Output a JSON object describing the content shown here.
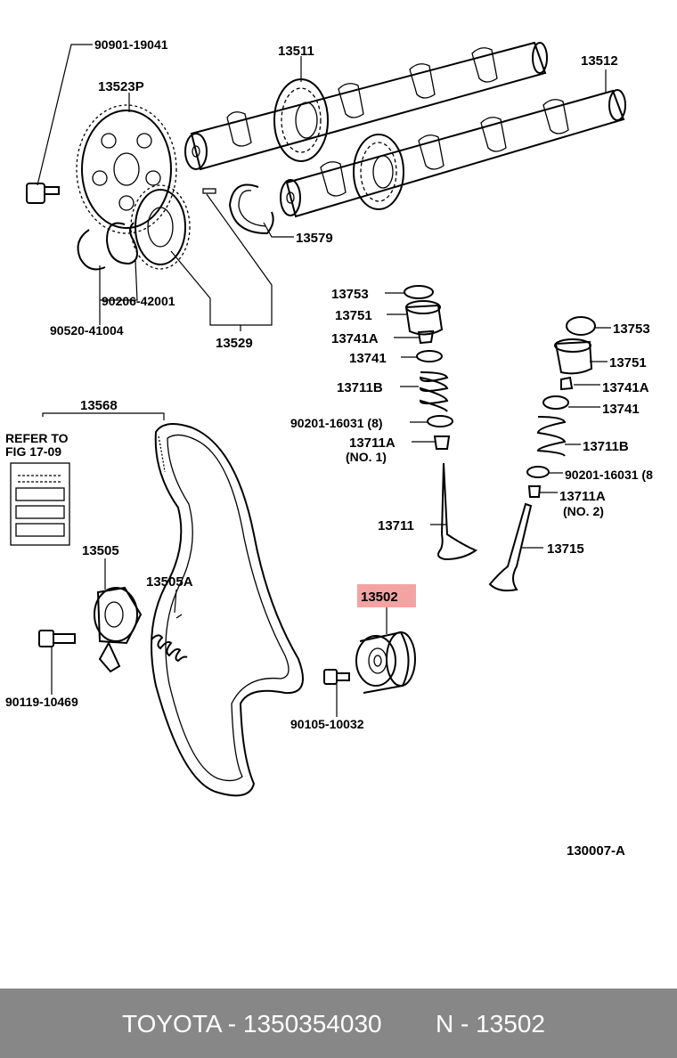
{
  "labels": {
    "p90901_19041": "90901-19041",
    "p13511": "13511",
    "p13512": "13512",
    "p13523P": "13523P",
    "p13579": "13579",
    "p90206_42001": "90206-42001",
    "p90520_41004": "90520-41004",
    "p13529": "13529",
    "p13753a": "13753",
    "p13751a": "13751",
    "p13741Aa": "13741A",
    "p13741a": "13741",
    "p13711Ba": "13711B",
    "p90201a": "90201-16031 (8)",
    "p13711Aa": "13711A",
    "no1": "(NO. 1)",
    "p13753b": "13753",
    "p13751b": "13751",
    "p13741Ab": "13741A",
    "p13741b": "13741",
    "p13711Bb": "13711B",
    "p90201b": "90201-16031 (8",
    "p13711Ab": "13711A",
    "no2": "(NO. 2)",
    "p13568": "13568",
    "refer1": "REFER TO",
    "refer2": "FIG 17-09",
    "p13711": "13711",
    "p13715": "13715",
    "p13505": "13505",
    "p13505A": "13505A",
    "p13502": "13502",
    "p90119_10469": "90119-10469",
    "p90105_10032": "90105-10032",
    "figcode": "130007-A"
  },
  "highlight_color": "#f4a3a3",
  "footer": {
    "brand_part": "TOYOTA - 1350354030",
    "ref": "N - 13502"
  }
}
